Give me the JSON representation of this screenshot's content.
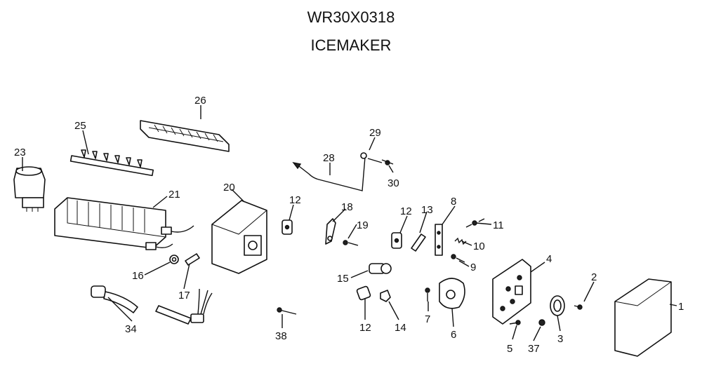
{
  "header": {
    "part_number": "WR30X0318",
    "assembly_name": "ICEMAKER"
  },
  "callouts": [
    {
      "id": "c1",
      "label": "1"
    },
    {
      "id": "c2",
      "label": "2"
    },
    {
      "id": "c3",
      "label": "3"
    },
    {
      "id": "c4",
      "label": "4"
    },
    {
      "id": "c5",
      "label": "5"
    },
    {
      "id": "c6",
      "label": "6"
    },
    {
      "id": "c7",
      "label": "7"
    },
    {
      "id": "c8",
      "label": "8"
    },
    {
      "id": "c9",
      "label": "9"
    },
    {
      "id": "c10",
      "label": "10"
    },
    {
      "id": "c11",
      "label": "11"
    },
    {
      "id": "c12a",
      "label": "12"
    },
    {
      "id": "c12b",
      "label": "12"
    },
    {
      "id": "c12c",
      "label": "12"
    },
    {
      "id": "c13",
      "label": "13"
    },
    {
      "id": "c14",
      "label": "14"
    },
    {
      "id": "c15",
      "label": "15"
    },
    {
      "id": "c16",
      "label": "16"
    },
    {
      "id": "c17",
      "label": "17"
    },
    {
      "id": "c18",
      "label": "18"
    },
    {
      "id": "c19",
      "label": "19"
    },
    {
      "id": "c20",
      "label": "20"
    },
    {
      "id": "c21",
      "label": "21"
    },
    {
      "id": "c23",
      "label": "23"
    },
    {
      "id": "c25",
      "label": "25"
    },
    {
      "id": "c26",
      "label": "26"
    },
    {
      "id": "c28",
      "label": "28"
    },
    {
      "id": "c29",
      "label": "29"
    },
    {
      "id": "c30",
      "label": "30"
    },
    {
      "id": "c34",
      "label": "34"
    },
    {
      "id": "c37",
      "label": "37"
    },
    {
      "id": "c38",
      "label": "38"
    }
  ]
}
